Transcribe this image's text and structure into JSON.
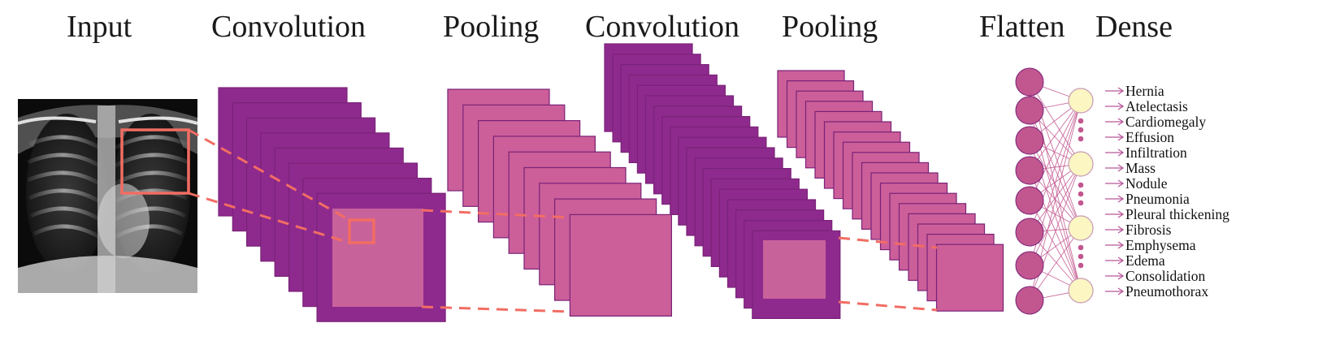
{
  "stages": {
    "input": "Input",
    "conv1": "Convolution",
    "pool1": "Pooling",
    "conv2": "Convolution",
    "pool2": "Pooling",
    "flatten": "Flatten",
    "dense": "Dense"
  },
  "outputs": [
    "Hernia",
    "Atelectasis",
    "Cardiomegaly",
    "Effusion",
    "Infiltration",
    "Mass",
    "Nodule",
    "Pneumonia",
    "Pleural thickening",
    "Fibrosis",
    "Emphysema",
    "Edema",
    "Consolidation",
    "Pneumothorax"
  ],
  "colors": {
    "conv_border": "#8e2a8e",
    "conv_fill": "#c8629a",
    "pool_fill": "#cc5f99",
    "outline": "#7a2278",
    "dashed_connector": "#f26d63",
    "flatten_node": "#c2568f",
    "dense_node": "#fcf6c3",
    "arrow": "#b8589a"
  },
  "icons": {
    "input_image": "chest-xray-image",
    "output_arrow": "arrow-right-icon"
  }
}
